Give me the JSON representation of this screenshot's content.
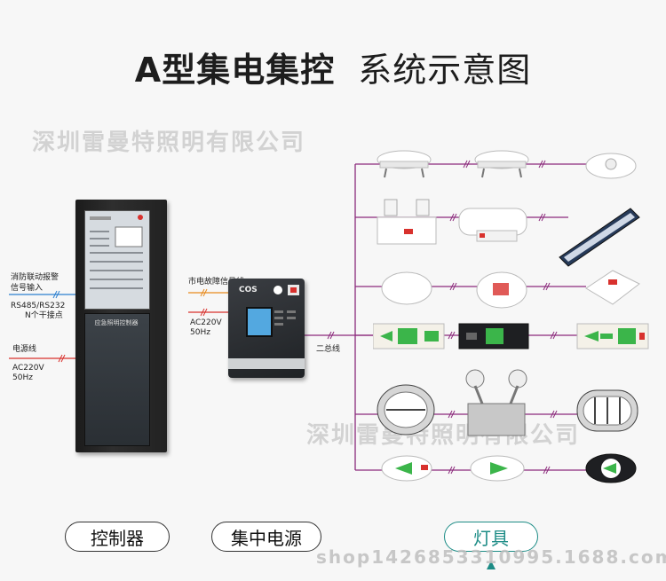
{
  "header": {
    "title_main": "A型集电集控",
    "title_sub": "系统示意图"
  },
  "watermarks": {
    "top": "深圳雷曼特照明有限公司",
    "middle": "深圳雷曼特照明有限公司",
    "shop": "shop1426853310995.1688.com"
  },
  "controller": {
    "fire_link_label": "消防联动报警",
    "signal_input_label": "信号输入",
    "rs_label": "RS485/RS232",
    "dry_contact_label": "N个干接点",
    "power_label": "电源线",
    "ac_label": "AC220V",
    "hz_label": "50Hz",
    "cabinet_plate": "应急照明控制器"
  },
  "power_box": {
    "mains_fault_label": "市电故障信号线",
    "ac_label": "AC220V",
    "hz_label": "50Hz",
    "brand": "COS",
    "bus_label": "二总线"
  },
  "legend": {
    "controller": "控制器",
    "power_supply": "集中电源",
    "lamps": "灯具"
  },
  "colors": {
    "bus_line": "#8b2a7c",
    "signal_line": "#2b7fd0",
    "power_line": "#d8312d",
    "mains_line": "#e88a1c",
    "accent": "#1d8c86"
  }
}
